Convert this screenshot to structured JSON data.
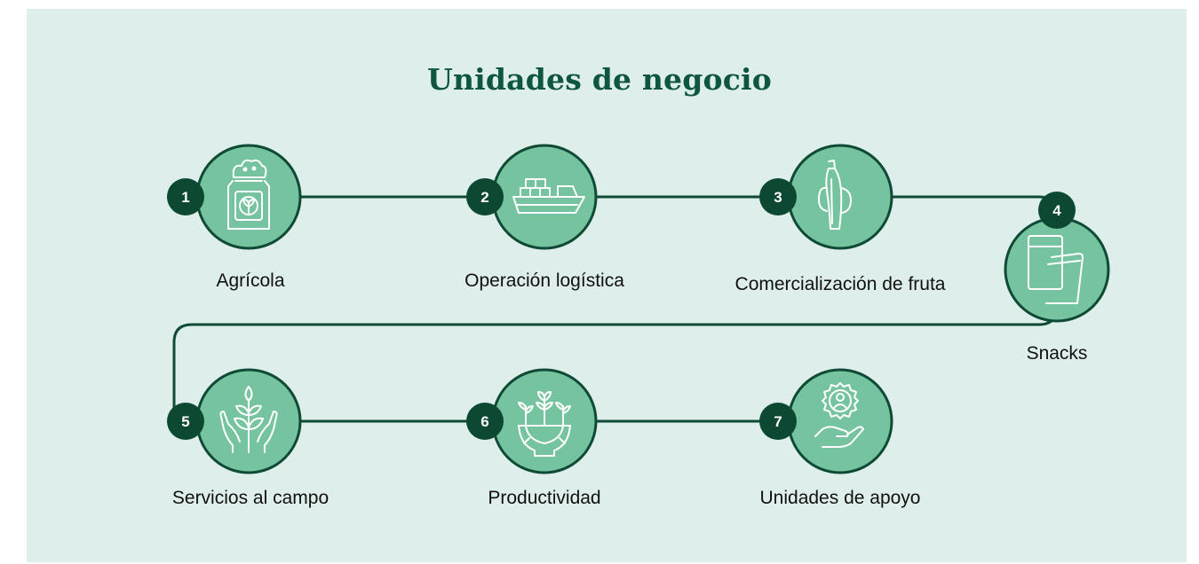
{
  "title": "Unidades de negocio",
  "colors": {
    "background": "#deeeea",
    "circle_fill": "#76c39f",
    "circle_stroke": "#0f4a36",
    "connector": "#0f4a36",
    "badge": "#0d4833",
    "title": "#0f5640"
  },
  "units": [
    {
      "number": "1",
      "label": "Agrícola",
      "icon": "seed-bag-icon"
    },
    {
      "number": "2",
      "label": "Operación logística",
      "icon": "cargo-ship-icon"
    },
    {
      "number": "3",
      "label": "Comercialización de fruta",
      "icon": "banana-icon"
    },
    {
      "number": "4",
      "label": "Snacks",
      "icon": "snack-packages-icon"
    },
    {
      "number": "5",
      "label": "Servicios al campo",
      "icon": "hands-plant-icon"
    },
    {
      "number": "6",
      "label": "Productividad",
      "icon": "gear-plants-icon"
    },
    {
      "number": "7",
      "label": "Unidades de apoyo",
      "icon": "hand-gear-person-icon"
    }
  ]
}
